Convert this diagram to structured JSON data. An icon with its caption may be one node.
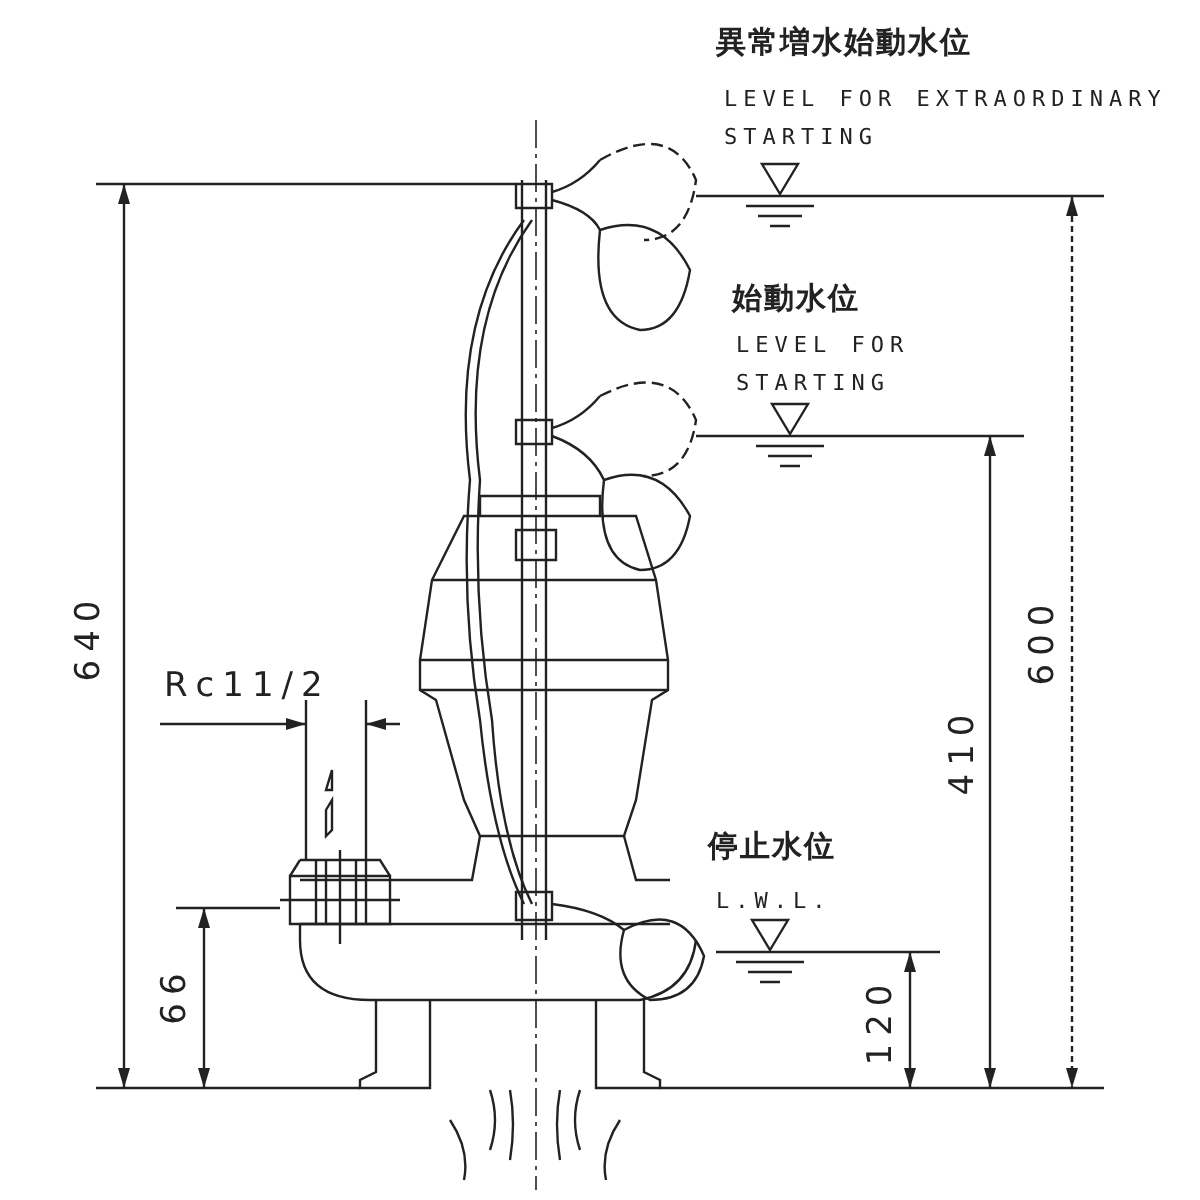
{
  "diagram": {
    "labels": [
      "異常増水始動水位",
      "LEVEL FOR EXTRAORDINARY STARTING",
      "始動水位",
      "LEVEL FOR STARTING",
      "640",
      "600",
      "410",
      "Rc11/2",
      "停止水位",
      "L.W.L.",
      "66",
      "120"
    ]
  }
}
